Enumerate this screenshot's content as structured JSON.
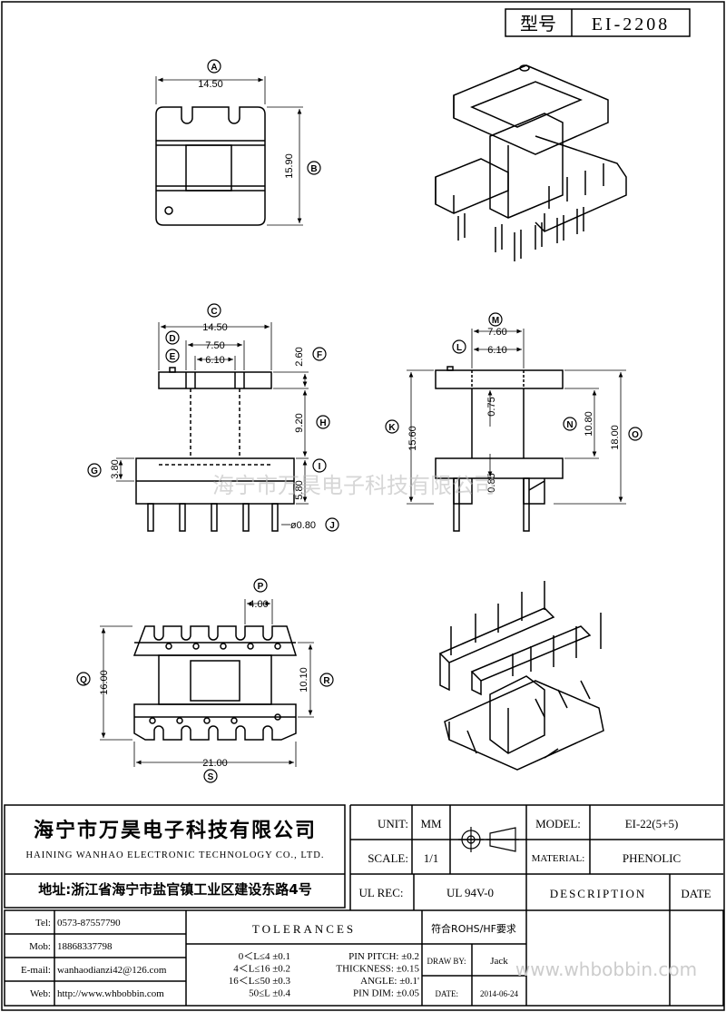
{
  "header": {
    "model_label": "型号",
    "model_value": "EI-2208"
  },
  "dims": {
    "top_width": "14.50",
    "top_height": "15.90",
    "front_width": "14.50",
    "front_inner": "7.50",
    "front_core": "6.10",
    "flange_top": "2.60",
    "winding": "9.20",
    "base_h": "3.80",
    "pin_len": "5.80",
    "pin_dia": "ø0.80",
    "side_top": "7.60",
    "side_core": "6.10",
    "side_step": "0.75",
    "side_h1": "15.60",
    "side_h2": "10.80",
    "side_total": "18.00",
    "side_pin": "0.85",
    "pitch": "4.00",
    "bottom_h": "16.00",
    "bottom_inner": "10.10",
    "bottom_w": "21.00"
  },
  "markers": [
    "A",
    "B",
    "C",
    "D",
    "E",
    "F",
    "G",
    "H",
    "I",
    "J",
    "K",
    "L",
    "M",
    "N",
    "O",
    "P",
    "Q",
    "R",
    "S"
  ],
  "watermark": "海宁市万昊电子科技有限公司",
  "company": {
    "name_cn": "海宁市万昊电子科技有限公司",
    "name_en": "HAINING WANHAO ELECTRONIC TECHNOLOGY CO., LTD.",
    "address": "地址:浙江省海宁市盐官镇工业区建设东路4号"
  },
  "specs": {
    "unit_label": "UNIT:",
    "unit_value": "MM",
    "scale_label": "SCALE:",
    "scale_value": "1/1",
    "ulrec_label": "UL REC:",
    "ulrec_value": "UL 94V-0",
    "model_label": "MODEL:",
    "model_value": "EI-22(5+5)",
    "material_label": "MATERIAL:",
    "material_value": "PHENOLIC",
    "description_label": "DESCRIPTION",
    "date_label": "DATE"
  },
  "contacts": [
    {
      "label": "Tel:",
      "value": "0573-87557790"
    },
    {
      "label": "Mob:",
      "value": "18868337798"
    },
    {
      "label": "E-mail:",
      "value": "wanhaodianzi42@126.com"
    },
    {
      "label": "Web:",
      "value": "http://www.whbobbin.com"
    }
  ],
  "tolerances": {
    "title": "TOLERANCES",
    "rows": [
      "0＜L≤4 ±0.1",
      "4＜L≤16 ±0.2",
      "16＜L≤50 ±0.3",
      "50≤L ±0.4"
    ],
    "pin": [
      "PIN PITCH: ±0.2",
      "THICKNESS: ±0.15",
      "ANGLE: ±0.1'",
      "PIN DIM: ±0.05"
    ]
  },
  "rohs": "符合ROHS/HF要求",
  "draw_by_label": "DRAW BY:",
  "draw_by_value": "Jack",
  "date_label": "DATE:",
  "date_value": "2014-06-24",
  "footer_watermark": "www.whbobbin.com"
}
